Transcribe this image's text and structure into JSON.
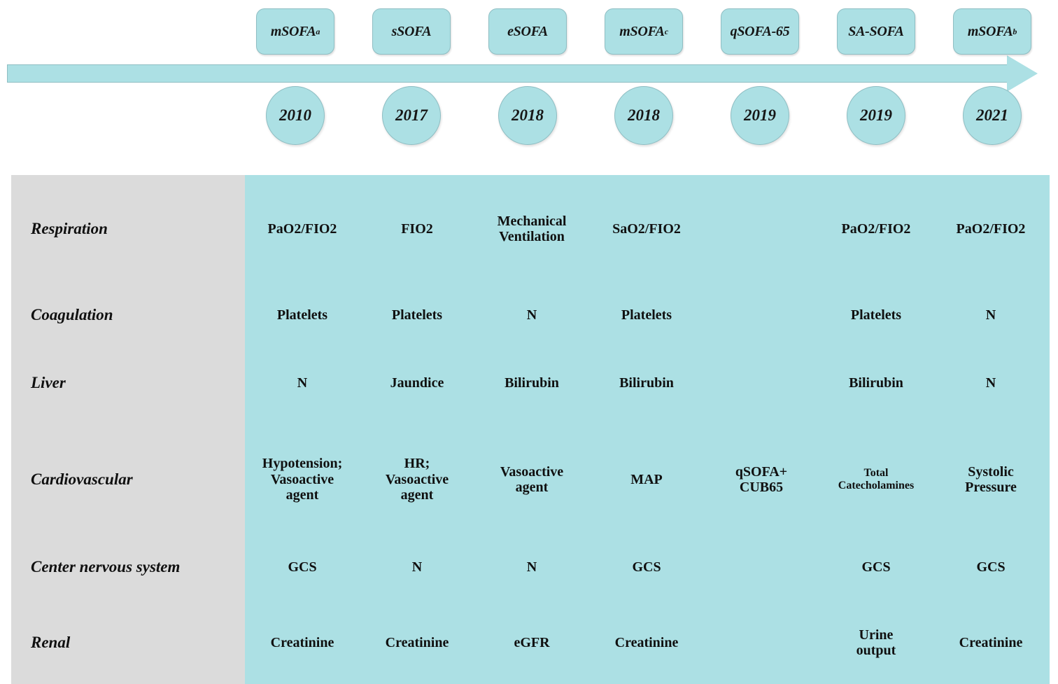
{
  "figure": {
    "type": "timeline-table",
    "accent_color": "#ace0e4",
    "accent_border_color": "#8fbec3",
    "label_panel_color": "#dbdbdb",
    "text_color": "#101010"
  },
  "timeline": {
    "arrow_direction": "left-to-right",
    "scores": [
      {
        "name": "mSOFA",
        "superscript": "a",
        "year": "2010"
      },
      {
        "name": "sSOFA",
        "superscript": "",
        "year": "2017"
      },
      {
        "name": "eSOFA",
        "superscript": "",
        "year": "2018"
      },
      {
        "name": "mSOFA",
        "superscript": "c",
        "year": "2018"
      },
      {
        "name": "qSOFA-65",
        "superscript": "",
        "year": "2019"
      },
      {
        "name": "SA-SOFA",
        "superscript": "",
        "year": "2019"
      },
      {
        "name": "mSOFA",
        "superscript": "b",
        "year": "2021"
      }
    ]
  },
  "table": {
    "columns": [
      "mSOFAa",
      "sSOFA",
      "eSOFA",
      "mSOFAc",
      "qSOFA-65",
      "SA-SOFA",
      "mSOFAb"
    ],
    "rows": [
      {
        "label": "Respiration",
        "cells": [
          "PaO2/FIO2",
          "FIO2",
          "Mechanical\nVentilation",
          "SaO2/FIO2",
          "",
          "PaO2/FIO2",
          "PaO2/FIO2"
        ]
      },
      {
        "label": "Coagulation",
        "cells": [
          "Platelets",
          "Platelets",
          "N",
          "Platelets",
          "",
          "Platelets",
          "N"
        ]
      },
      {
        "label": "Liver",
        "cells": [
          "N",
          "Jaundice",
          "Bilirubin",
          "Bilirubin",
          "",
          "Bilirubin",
          "N"
        ]
      },
      {
        "label": "Cardiovascular",
        "cells": [
          "Hypotension;\nVasoactive\nagent",
          "HR;\nVasoactive\nagent",
          "Vasoactive\nagent",
          "MAP",
          "qSOFA+\nCUB65",
          "Total\nCatecholamines",
          "Systolic\nPressure"
        ]
      },
      {
        "label": "Center nervous system",
        "cells": [
          "GCS",
          "N",
          "N",
          "GCS",
          "",
          "GCS",
          "GCS"
        ]
      },
      {
        "label": "Renal",
        "cells": [
          "Creatinine",
          "Creatinine",
          "eGFR",
          "Creatinine",
          "",
          "Urine\noutput",
          "Creatinine"
        ]
      }
    ]
  }
}
